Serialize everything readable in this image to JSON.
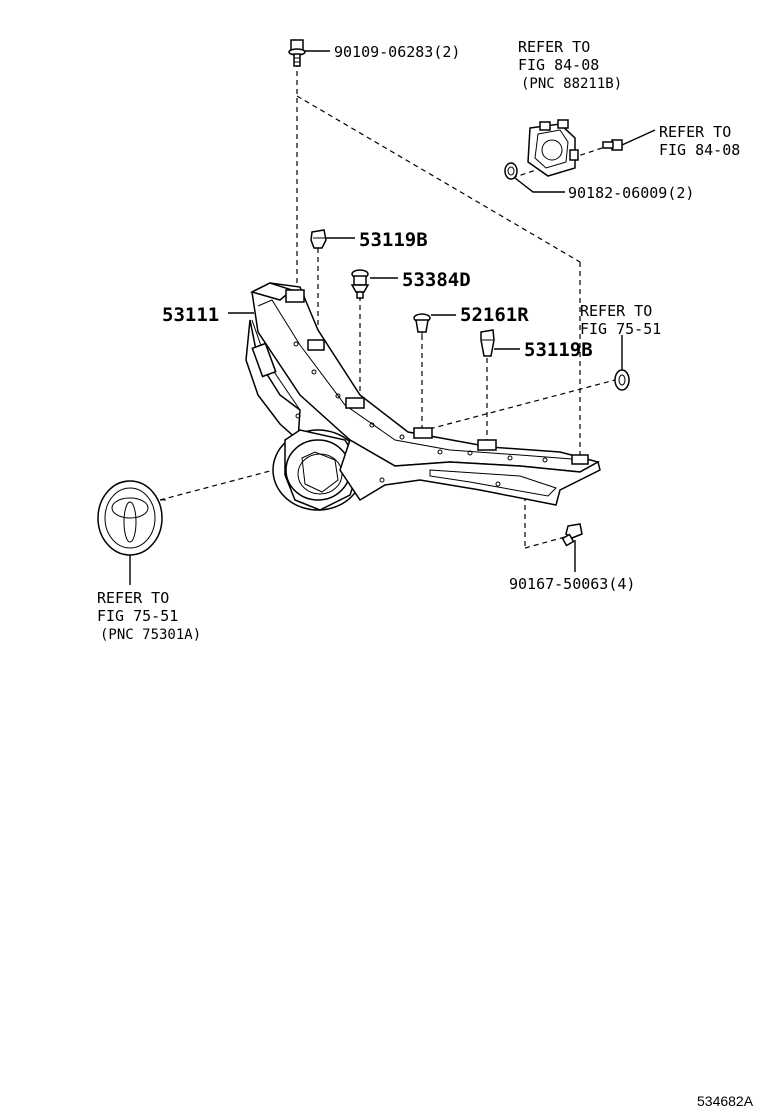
{
  "parts": {
    "bolt_top": "90109-06283(2)",
    "clip_a": "53119B",
    "clip_b": "53384D",
    "clip_c": "52161R",
    "clip_d": "53119B",
    "grille": "53111",
    "bolt_bottom": "90167-50063(4)",
    "nut": "90182-06009(2)"
  },
  "refs": {
    "sensor_line1": "REFER TO",
    "sensor_line2": "FIG 84-08",
    "sensor_line3": "(PNC 88211B)",
    "sensor_bolt_line1": "REFER TO",
    "sensor_bolt_line2": "FIG 84-08",
    "washer_line1": "REFER TO",
    "washer_line2": "FIG 75-51",
    "emblem_line1": "REFER TO",
    "emblem_line2": "FIG 75-51",
    "emblem_line3": "(PNC 75301A)"
  },
  "figure_id": "534682A"
}
